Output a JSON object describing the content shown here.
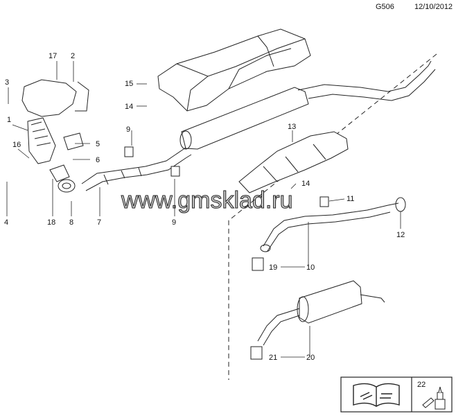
{
  "header": {
    "code": "G506",
    "date": "12/10/2012"
  },
  "watermark": "www.gmsklad.ru",
  "callouts": [
    "17",
    "2",
    "3",
    "1",
    "16",
    "5",
    "6",
    "4",
    "18",
    "8",
    "7",
    "9",
    "15",
    "14",
    "9",
    "13",
    "14",
    "11",
    "12",
    "19",
    "10",
    "21",
    "20",
    "22"
  ],
  "legend": {
    "number": "22",
    "icon": "book-wrench-icon",
    "part_icon": "sealant-tube-icon"
  }
}
